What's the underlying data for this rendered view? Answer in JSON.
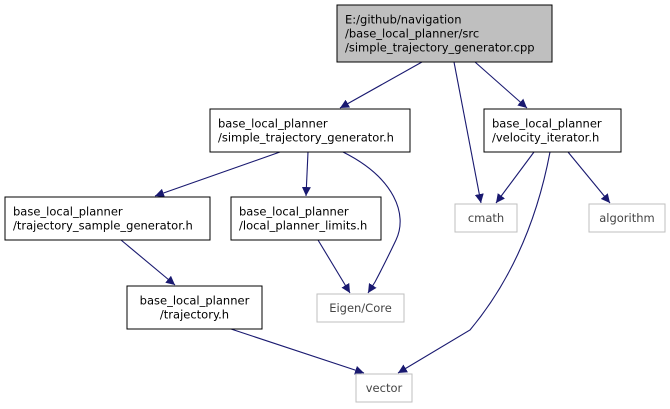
{
  "diagram": {
    "title": "",
    "colors": {
      "background": "#ffffff",
      "root_fill": "#bfbfbf",
      "node_fill": "#ffffff",
      "node_border": "#000000",
      "external_border": "#bfbfbf",
      "edge": "#191970",
      "text": "#000000"
    },
    "nodes": [
      {
        "id": "root",
        "kind": "root",
        "lines": [
          "E:/github/navigation",
          "/base_local_planner/src",
          "/simple_trajectory_generator.cpp"
        ]
      },
      {
        "id": "stg_h",
        "kind": "file",
        "lines": [
          "base_local_planner",
          "/simple_trajectory_generator.h"
        ]
      },
      {
        "id": "vel_it",
        "kind": "file",
        "lines": [
          "base_local_planner",
          "/velocity_iterator.h"
        ]
      },
      {
        "id": "tsg_h",
        "kind": "file",
        "lines": [
          "base_local_planner",
          "/trajectory_sample_generator.h"
        ]
      },
      {
        "id": "lpl_h",
        "kind": "file",
        "lines": [
          "base_local_planner",
          "/local_planner_limits.h"
        ]
      },
      {
        "id": "cmath",
        "kind": "external",
        "lines": [
          "cmath"
        ]
      },
      {
        "id": "algorithm",
        "kind": "external",
        "lines": [
          "algorithm"
        ]
      },
      {
        "id": "traj_h",
        "kind": "file",
        "lines": [
          "base_local_planner",
          "/trajectory.h"
        ]
      },
      {
        "id": "eigen",
        "kind": "external",
        "lines": [
          "Eigen/Core"
        ]
      },
      {
        "id": "vector",
        "kind": "external",
        "lines": [
          "vector"
        ]
      }
    ],
    "edges": [
      {
        "from": "root",
        "to": "stg_h"
      },
      {
        "from": "root",
        "to": "cmath"
      },
      {
        "from": "root",
        "to": "vel_it"
      },
      {
        "from": "stg_h",
        "to": "tsg_h"
      },
      {
        "from": "stg_h",
        "to": "lpl_h"
      },
      {
        "from": "stg_h",
        "to": "eigen"
      },
      {
        "from": "vel_it",
        "to": "cmath"
      },
      {
        "from": "vel_it",
        "to": "algorithm"
      },
      {
        "from": "vel_it",
        "to": "vector"
      },
      {
        "from": "tsg_h",
        "to": "traj_h"
      },
      {
        "from": "lpl_h",
        "to": "eigen"
      },
      {
        "from": "traj_h",
        "to": "vector"
      }
    ]
  }
}
